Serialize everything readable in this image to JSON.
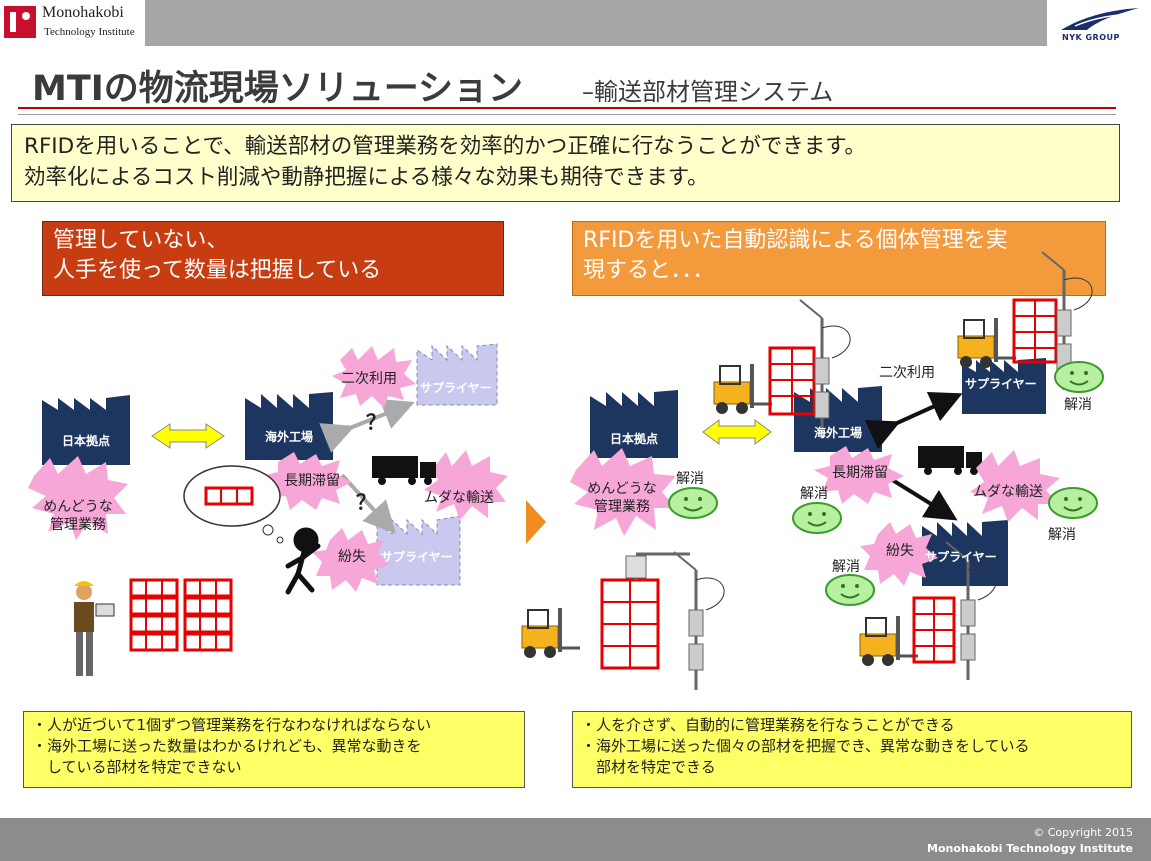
{
  "header": {
    "logo_line1": "Monohakobi",
    "logo_line2": "Technology Institute",
    "partner_logo": "NYK GROUP"
  },
  "title": {
    "main": "MTIの物流現場ソリューション",
    "sub": "–輸送部材管理システム"
  },
  "intro": {
    "line1": "RFIDを用いることで、輸送部材の管理業務を効率的かつ正確に行なうことができます。",
    "line2": "効率化によるコスト削減や動静把握による様々な効果も期待できます。"
  },
  "left_panel": {
    "header_line1": "管理していない、",
    "header_line2": "人手を使って数量は把握している",
    "japan_base": "日本拠点",
    "overseas_factory": "海外工場",
    "supplier": "サプライヤー",
    "secondary_use": "二次利用",
    "long_stay": "長期滞留",
    "wasteful_transport": "ムダな輸送",
    "loss": "紛失",
    "hassle_line1": "めんどうな",
    "hassle_line2": "管理業務",
    "question": "？",
    "notes": [
      "・人が近づいて1個ずつ管理業務を行なわなければならない",
      "・海外工場に送った数量はわかるけれども、異常な動きを",
      "　している部材を特定できない"
    ]
  },
  "right_panel": {
    "header_line1": "RFIDを用いた自動認識による個体管理を実",
    "header_line2": "現すると．．．",
    "japan_base": "日本拠点",
    "overseas_factory": "海外工場",
    "supplier": "サプライヤー",
    "secondary_use": "二次利用",
    "long_stay": "長期滞留",
    "wasteful_transport": "ムダな輸送",
    "loss": "紛失",
    "hassle_line1": "めんどうな",
    "hassle_line2": "管理業務",
    "resolved": "解消",
    "notes": [
      "・人を介さず、自動的に管理業務を行なうことができる",
      "・海外工場に送った個々の部材を把握でき、異常な動きをしている",
      "　部材を特定できる"
    ]
  },
  "footer": {
    "copyright": "© Copyright 2015",
    "org": "Monohakobi Technology Institute"
  },
  "colors": {
    "accent_red": "#c00000",
    "left_header": "#c83c12",
    "right_header": "#f39a3c",
    "factory_navy": "#1c3660",
    "supplier_lavender": "#c9c9f0",
    "blob_pink": "#f7a6d8",
    "note_yellow": "#ffff66",
    "intro_yellow": "#ffffcc",
    "smiley_green": "#b6f0a0"
  }
}
